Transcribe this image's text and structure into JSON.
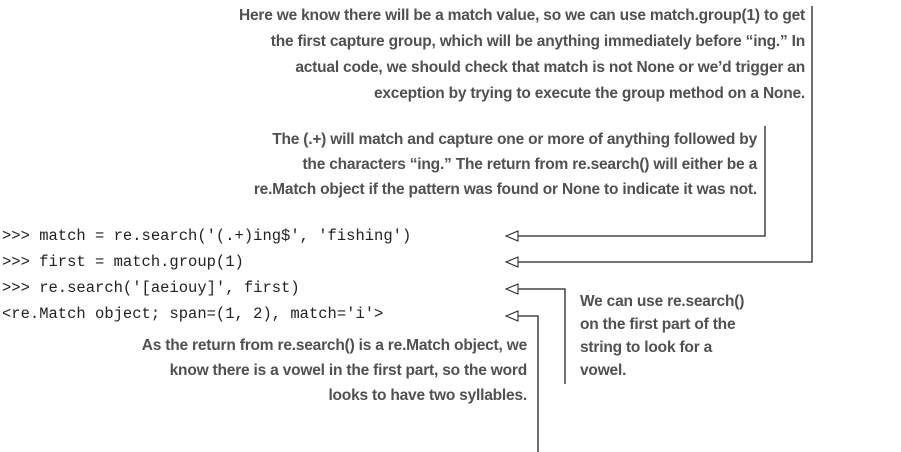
{
  "annotations": {
    "group_note": [
      "Here we know there will be a match value, so we can use match.group(1) to get",
      "the first capture group, which will be anything immediately before “ing.” In",
      "actual code, we should check that match is not None or we’d trigger an",
      "exception by trying to execute the group method on a None."
    ],
    "pattern_note": [
      "The (.+) will match and capture one or more of anything followed by",
      "the characters “ing.” The return from re.search() will either be a",
      "re.Match object if the pattern was found or None to indicate it was not."
    ],
    "vowel_note": [
      "We can use re.search()",
      "on the first part of the",
      "string to look for a",
      "vowel."
    ],
    "result_note": [
      "As the return from re.search() is a re.Match object, we",
      "know there is a vowel in the first part, so the word",
      "looks to have two syllables."
    ]
  },
  "code_lines": [
    ">>> match = re.search('(.+)ing$', 'fishing')",
    ">>> first = match.group(1)",
    ">>> re.search('[aeiouy]', first)",
    "<re.Match object; span=(1, 2), match='i'>"
  ]
}
